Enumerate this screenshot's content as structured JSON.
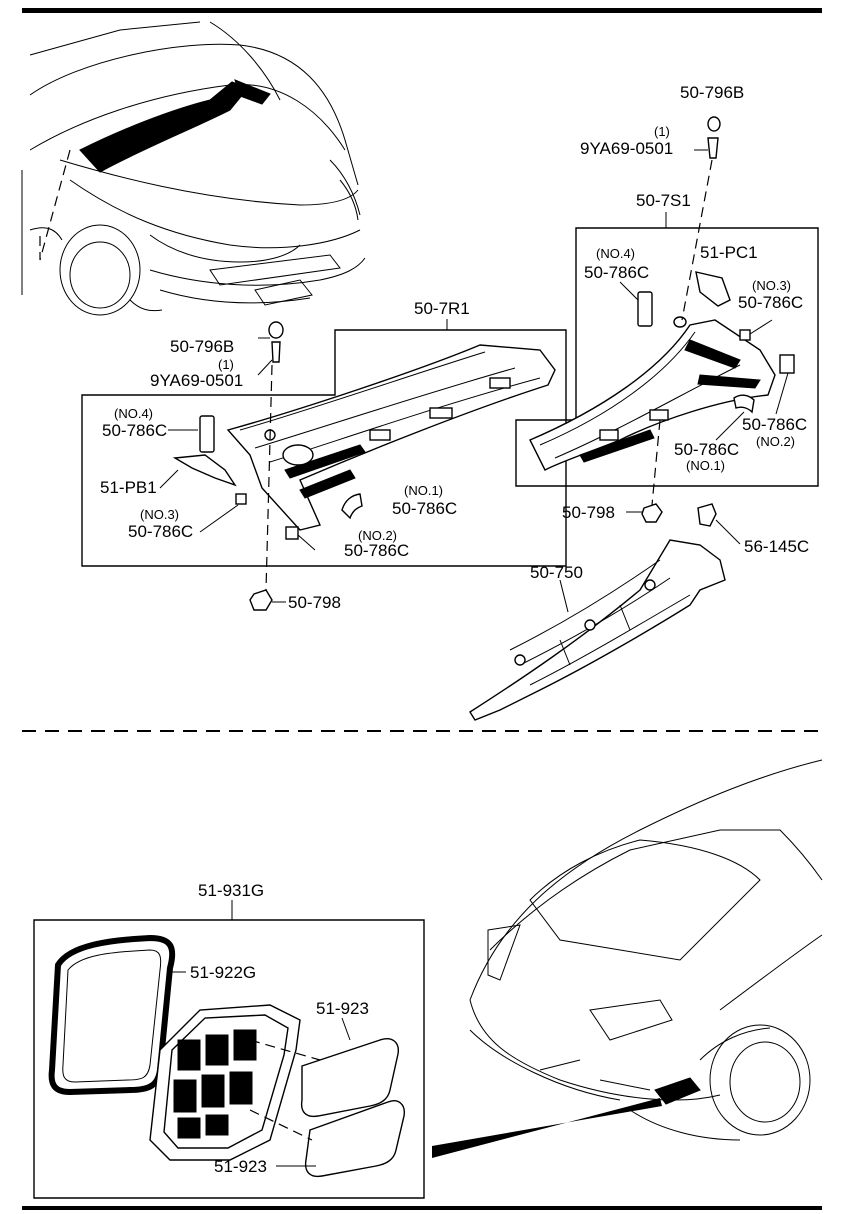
{
  "top_section": {
    "right_kit": {
      "kit_label": "50-7S1",
      "cap": "50-796B",
      "screw_qty": "(1)",
      "screw": "9YA69-0501",
      "no4_qty": "(NO.4)",
      "no4_part": "50-786C",
      "pc1": "51-PC1",
      "no3_qty": "(NO.3)",
      "no3_part": "50-786C",
      "no2_part": "50-786C",
      "no2_qty": "(NO.2)",
      "no1_part": "50-786C",
      "no1_qty": "(NO.1)"
    },
    "left_kit": {
      "kit_label": "50-7R1",
      "cap": "50-796B",
      "screw_qty": "(1)",
      "screw": "9YA69-0501",
      "no4_qty": "(NO.4)",
      "no4_part": "50-786C",
      "pb1": "51-PB1",
      "no3_qty": "(NO.3)",
      "no3_part": "50-786C",
      "no1_qty": "(NO.1)",
      "no1_part": "50-786C",
      "no2_qty": "(NO.2)",
      "no2_part": "50-786C"
    },
    "clip_right": "50-798",
    "clip_left": "50-798",
    "bolt": "56-145C",
    "cowl": "50-750"
  },
  "bottom_section": {
    "kit_label": "51-931G",
    "seal": "51-922G",
    "cover_top": "51-923",
    "cover_bottom": "51-923"
  }
}
